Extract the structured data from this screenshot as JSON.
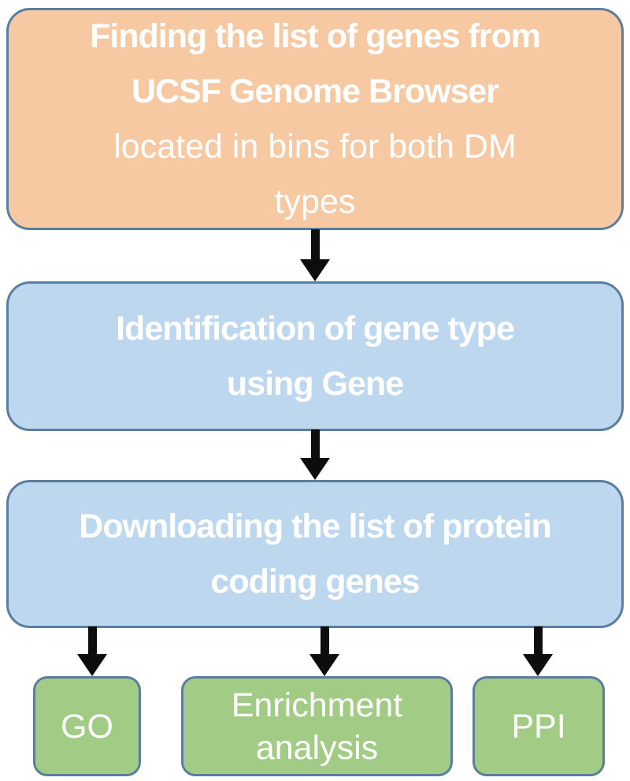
{
  "diagram": {
    "type": "flowchart",
    "background": "#ffffff",
    "colors": {
      "border": "#5a7da0",
      "arrow": "#0d0d0d",
      "text": "#ffffff",
      "peach_fill": "#f6c9a3",
      "blue_fill": "#bdd7ee",
      "green_fill": "#a2cb86"
    },
    "nodes": {
      "step1": {
        "fill": "#f6c9a3",
        "bold_line1": "Finding the list of genes from",
        "bold_line2": "UCSF Genome Browser",
        "line3": "located in bins for both DM",
        "line4": "types"
      },
      "step2": {
        "fill": "#bdd7ee",
        "line1": "Identification of gene type",
        "line2": "using Gene"
      },
      "step3": {
        "fill": "#bdd7ee",
        "line1": "Downloading the list of protein",
        "line2": "coding genes"
      },
      "go": {
        "fill": "#a2cb86",
        "label": "GO"
      },
      "enrichment": {
        "fill": "#a2cb86",
        "line1": "Enrichment",
        "line2": "analysis"
      },
      "ppi": {
        "fill": "#a2cb86",
        "label": "PPI"
      }
    }
  }
}
